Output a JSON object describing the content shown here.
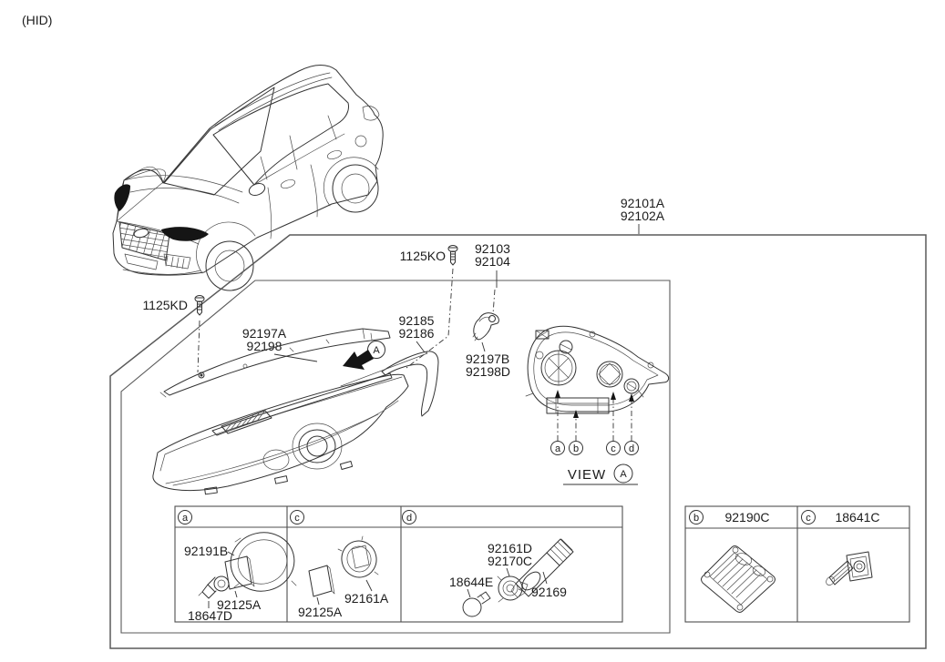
{
  "page": {
    "variant_tag": "(HID)"
  },
  "assembly_label": {
    "line1": "92101A",
    "line2": "92102A"
  },
  "callouts": {
    "bolt_top": "1125KO",
    "bracket_top_1": "92103",
    "bracket_top_2": "92104",
    "bolt_left": "1125KD",
    "trim_1": "92197A",
    "trim_2": "92198",
    "bezel_1": "92185",
    "bezel_2": "92186",
    "side_bracket_1": "92197B",
    "side_bracket_2": "92198D",
    "direction_letter": "A",
    "view_word": "VIEW",
    "view_letter": "A",
    "pos_a": "a",
    "pos_b": "b",
    "pos_c": "c",
    "pos_d": "d"
  },
  "table_left": {
    "header_a": "a",
    "header_c": "c",
    "header_d": "d",
    "a_ring": "92191B",
    "a_pad": "92125A",
    "a_bulb": "18647D",
    "c_pad": "92125A",
    "c_cap": "92161A",
    "d_socket_1": "92161D",
    "d_socket_2": "92170C",
    "d_bulb": "18644E",
    "d_plug": "92169"
  },
  "table_right": {
    "header_b": "b",
    "header_b_part": "92190C",
    "header_c": "c",
    "header_c_part": "18641C"
  }
}
